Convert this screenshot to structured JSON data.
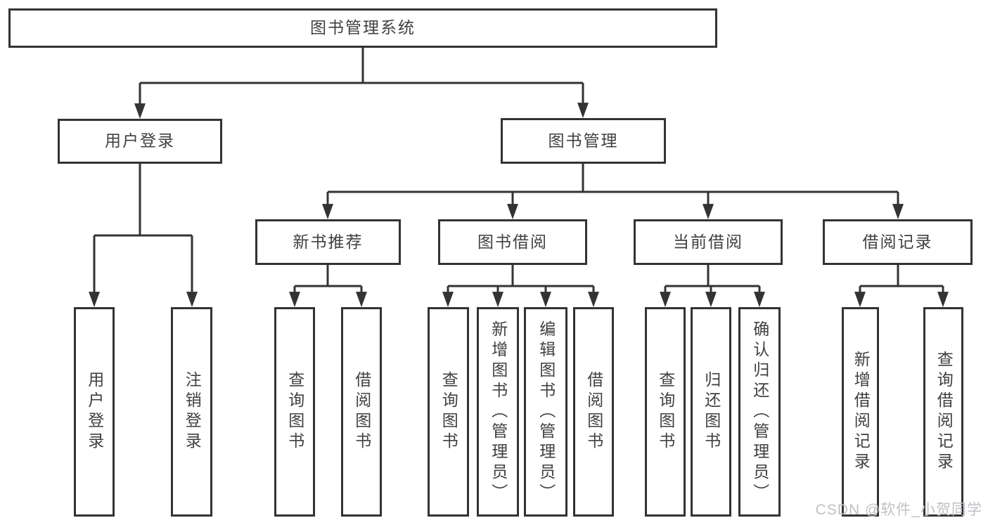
{
  "diagram": {
    "root": {
      "label": "图书管理系统"
    },
    "level2": [
      {
        "label": "用户登录"
      },
      {
        "label": "图书管理"
      }
    ],
    "level3": [
      {
        "label": "新书推荐"
      },
      {
        "label": "图书借阅"
      },
      {
        "label": "当前借阅"
      },
      {
        "label": "借阅记录"
      }
    ],
    "leaves": {
      "user_login": [
        "用户登录",
        "注销登录"
      ],
      "new_book_recommend": [
        "查询图书",
        "借阅图书"
      ],
      "book_borrowing": [
        "查询图书",
        "新增图书（管理员）",
        "编辑图书（管理员）",
        "借阅图书"
      ],
      "current_borrowing": [
        "查询图书",
        "归还图书",
        "确认归还（管理员）"
      ],
      "borrow_records": [
        "新增借阅记录",
        "查询借阅记录"
      ]
    }
  },
  "watermark": {
    "text": "CSDN @软件_小贺同学"
  },
  "colors": {
    "line": "#333333",
    "border": "#333333",
    "text": "#404040",
    "watermark": "#bfc1c5",
    "background": "#ffffff"
  }
}
